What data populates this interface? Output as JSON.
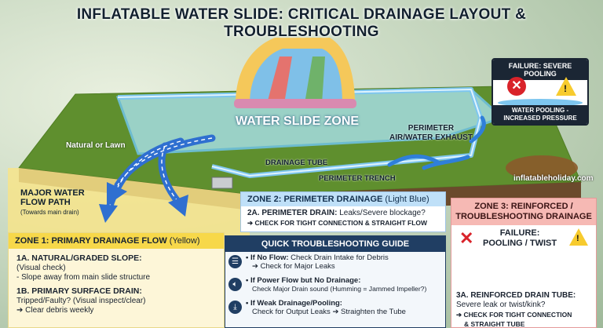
{
  "title": "INFLATABLE WATER SLIDE: CRITICAL DRAINAGE LAYOUT & TROUBLESHOOTING",
  "colors": {
    "grass": "#5f8f2e",
    "water_zone": "#9fd7d3",
    "drain_blue": "#2f7fd9",
    "zone1_yellow": "#f7d84a",
    "zone2_blue": "#bfe0f8",
    "zone3_red": "#f6b9b4",
    "guide_navy": "#203e63",
    "failure_red": "#d9232a"
  },
  "scene": {
    "water_slide_zone": "WATER SLIDE ZONE",
    "natural_lawn": "Natural or Lawn",
    "perimeter_exhaust": "PERIMETER\nAIR/WATER EXHAUST",
    "drainage_tube": "DRAINAGE TUBE",
    "perimeter_trench": "PERIMETER TRENCH",
    "major_flow": "MAJOR WATER\nFLOW PATH",
    "major_flow_sub": "(Towards main drain)",
    "watermark": "inflatableholiday.com"
  },
  "failure_box": {
    "header": "FAILURE: SEVERE POOLING",
    "caption_line1": "WATER POOLING -",
    "caption_line2": "INCREASED PRESSURE",
    "icons": [
      "x-icon",
      "warning-icon"
    ]
  },
  "zone1": {
    "header_bold": "ZONE 1: PRIMARY DRAINAGE FLOW",
    "header_light": "(Yellow)",
    "item1_title": "1A. NATURAL/GRADED SLOPE:",
    "item1_line1": "(Visual check)",
    "item1_line2": "- Slope away from main slide structure",
    "item2_title": "1B. PRIMARY SURFACE DRAIN:",
    "item2_line1": "Tripped/Faulty? (Visual inspect/clear)",
    "item2_line2": "➔ Clear debris weekly"
  },
  "zone2": {
    "header_bold": "ZONE 2: PERIMETER DRAINAGE",
    "header_light": "(Light Blue)",
    "line1_bold": "2A. PERIMETER DRAIN:",
    "line1_rest": "Leaks/Severe blockage?",
    "line2": "➔ CHECK FOR TIGHT CONNECTION & STRAIGHT FLOW"
  },
  "guide": {
    "header": "QUICK TROUBLESHOOTING GUIDE",
    "rows": [
      {
        "icon": "list-icon",
        "bold": "• If No Flow:",
        "rest": " Check Drain Intake for Debris",
        "sub": "➔ Check for Major Leaks"
      },
      {
        "icon": "speaker-icon",
        "bold": "• If Power Flow but No Drainage:",
        "rest": "",
        "sub": "Check Major Drain sound (Humming = Jammed Impeller?)"
      },
      {
        "icon": "down-arrow-icon",
        "bold": "• If Weak Drainage/Pooling:",
        "rest": "",
        "sub": "Check for Output Leaks ➔ Straighten the Tube"
      }
    ]
  },
  "zone3": {
    "header_line1": "ZONE 3: REINFORCED /",
    "header_line2": "TROUBLESHOOTING DRAINAGE",
    "failure_line1": "FAILURE:",
    "failure_line2": "POOLING / TWIST",
    "item_title": "3A. REINFORCED DRAIN TUBE:",
    "item_line1": "Severe leak or twist/kink?",
    "item_line2": "➔ CHECK FOR TIGHT CONNECTION",
    "item_line3": "& STRAIGHT TUBE"
  }
}
